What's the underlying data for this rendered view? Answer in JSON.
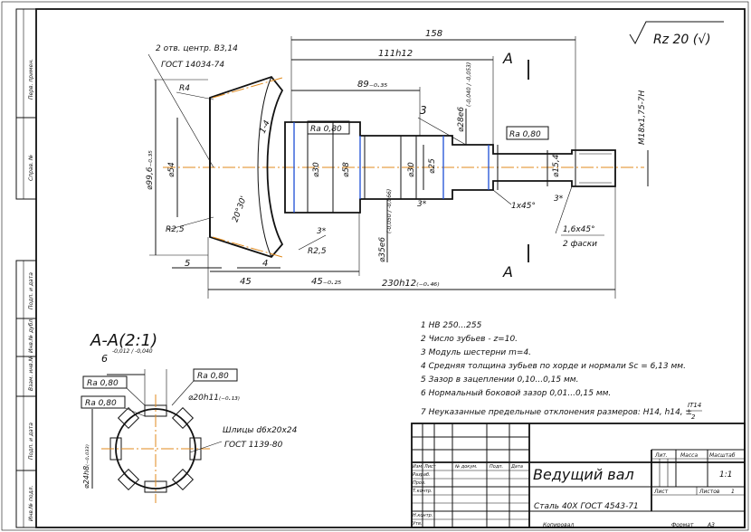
{
  "stamp": {
    "side_cells": [
      "Перв. примен.",
      "Справ. №",
      "Подп. и дата",
      "Инв.№ дубл.",
      "Взам. инв.№",
      "Подп. и дата",
      "Инв.№ подл."
    ],
    "roughness": "Rz 20 (√)"
  },
  "section_mark": "A",
  "dims": {
    "d158": "158",
    "d111": "111h12",
    "d89": "89₋₀.₃₅",
    "d230": "230h12₍₋₀.₄₆₎",
    "d45a": "45",
    "d45b": "45₋₀.₂₅",
    "d5": "5",
    "d4": "4",
    "center_holes": "2 отв. центр. В3,14",
    "center_gost": "ГОСТ 14034-74",
    "r4": "R4",
    "r25a": "R2,5",
    "r25b": "R2,5",
    "d99": "⌀99,6₋₀.₃₅",
    "d54": "⌀54",
    "angle": "20°30'",
    "d30a": "⌀30",
    "d58": "⌀58",
    "d30b": "⌀30",
    "d25": "⌀25",
    "d28": "⌀28e6",
    "d28tol": "(-0,040 / -0,053)",
    "d35": "⌀35e6",
    "d35tol": "(-0,050 / -0,066)",
    "d154": "⌀15,4",
    "thread": "M18x1,75-7H",
    "ra_a": "Ra 0,80",
    "ra_b": "Ra 0,80",
    "ch_3a": "3*",
    "ch_3b": "3*",
    "ch_3c": "3*",
    "ch_1x45": "1x45°",
    "ch_16": "1,6x45°",
    "ch_2f": "2 фаски",
    "leader3": "3",
    "tooth": "1-4"
  },
  "section_view": {
    "title": "A-A(2:1)",
    "d6": "6",
    "d6tol": "-0,012 / -0,040",
    "ra1": "Ra 0,80",
    "ra2": "Ra 0,80",
    "ra3": "Ra 0,80",
    "d20": "⌀20h11₍₋₀.₁₃₎",
    "splines": "Шлицы d6x20x24",
    "splines_gost": "ГОСТ 1139-80",
    "d24": "⌀24h8₍₋₀.₀₃₃₎"
  },
  "notes": [
    "1 НВ 250...255",
    "2 Число зубьев - z=10.",
    "3 Модуль шестерни m=4.",
    "4 Средняя толщина зубьев по хорде и нормали Sc = 6,13 мм.",
    "5 Зазор в зацеплении 0,10...0,15 мм.",
    "6 Нормальный боковой зазор 0,01...0,15 мм.",
    "7 Неуказанные предельные отклонения размеров: H14, h14, ±"
  ],
  "note7_frac_top": "IT14",
  "note7_frac_bot": "2",
  "title_block": {
    "name": "Ведущий вал",
    "material": "Сталь 40Х ГОСТ 4543-71",
    "h_lit": "Лит.",
    "h_mass": "Масса",
    "h_scale": "Масштаб",
    "scale": "1:1",
    "sheet": "Лист",
    "sheets": "Листов",
    "sheets_n": "1",
    "row_izm": "Изм.",
    "row_list": "Лист",
    "row_doc": "№ докум.",
    "row_sign": "Подп.",
    "row_date": "Дата",
    "r_razrab": "Разраб.",
    "r_prov": "Пров.",
    "r_tkontr": "Т.контр.",
    "r_nkontr": "Н.контр.",
    "r_utv": "Утв.",
    "kopir": "Копировал",
    "format": "Формат",
    "format_v": "A3"
  }
}
